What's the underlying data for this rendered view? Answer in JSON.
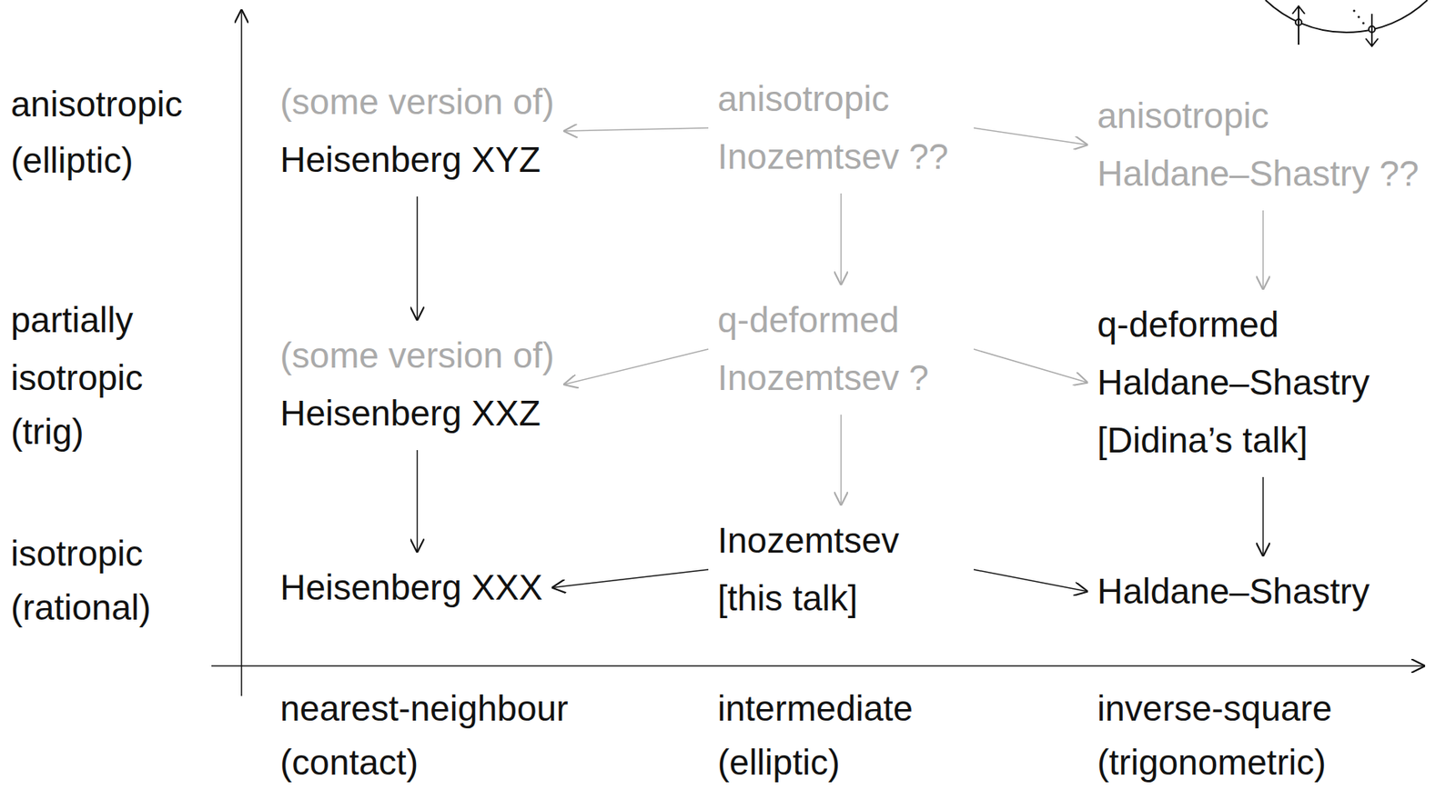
{
  "diagram": {
    "nodes": [
      {
        "text": [
          "(some version of)",
          "Heisenberg XYZ"
        ]
      },
      {
        "text": [
          "anisotropic Inozemtsev ??"
        ]
      },
      {
        "text": [
          "anisotropic Haldane–Shastry ??"
        ]
      },
      {
        "text": [
          "(some version of)",
          "Heisenberg XXZ"
        ]
      },
      {
        "text": [
          "q-deformed Inozemtsev ?"
        ]
      },
      {
        "text": [
          "q-deformed Haldane–Shastry",
          "[Didina’s talk]"
        ]
      },
      {
        "text": [
          "Heisenberg XXX"
        ]
      },
      {
        "text": [
          "Inozemtsev",
          "[this talk]"
        ]
      },
      {
        "text": [
          "Haldane–Shastry"
        ]
      }
    ],
    "edges": [
      {
        "from": 1,
        "to": 0,
        "arrow": "to"
      },
      {
        "from": 1,
        "to": 2,
        "arrow": "to"
      },
      {
        "from": 1,
        "to": 4,
        "arrow": "to"
      },
      {
        "from": 2,
        "to": 5,
        "arrow": "to"
      },
      {
        "from": 0,
        "to": 3,
        "arrow": "to"
      },
      {
        "from": 4,
        "to": 3,
        "arrow": "to"
      },
      {
        "from": 4,
        "to": 5,
        "arrow": "to"
      },
      {
        "from": 4,
        "to": 7,
        "arrow": "to"
      },
      {
        "from": 3,
        "to": 6,
        "arrow": "to"
      },
      {
        "from": 7,
        "to": 6,
        "arrow": "to"
      },
      {
        "from": 7,
        "to": 8,
        "arrow": "to"
      },
      {
        "from": 5,
        "to": 8,
        "arrow": "to"
      }
    ],
    "labels": [
      "anisotropic",
      "(elliptic)",
      "partially isotropic",
      "(trig)",
      "isotropic",
      "(rational)",
      "nearest-neighbour",
      "(contact)",
      "intermediate",
      "(elliptic)",
      "inverse-square",
      "(trigonometric)"
    ]
  }
}
